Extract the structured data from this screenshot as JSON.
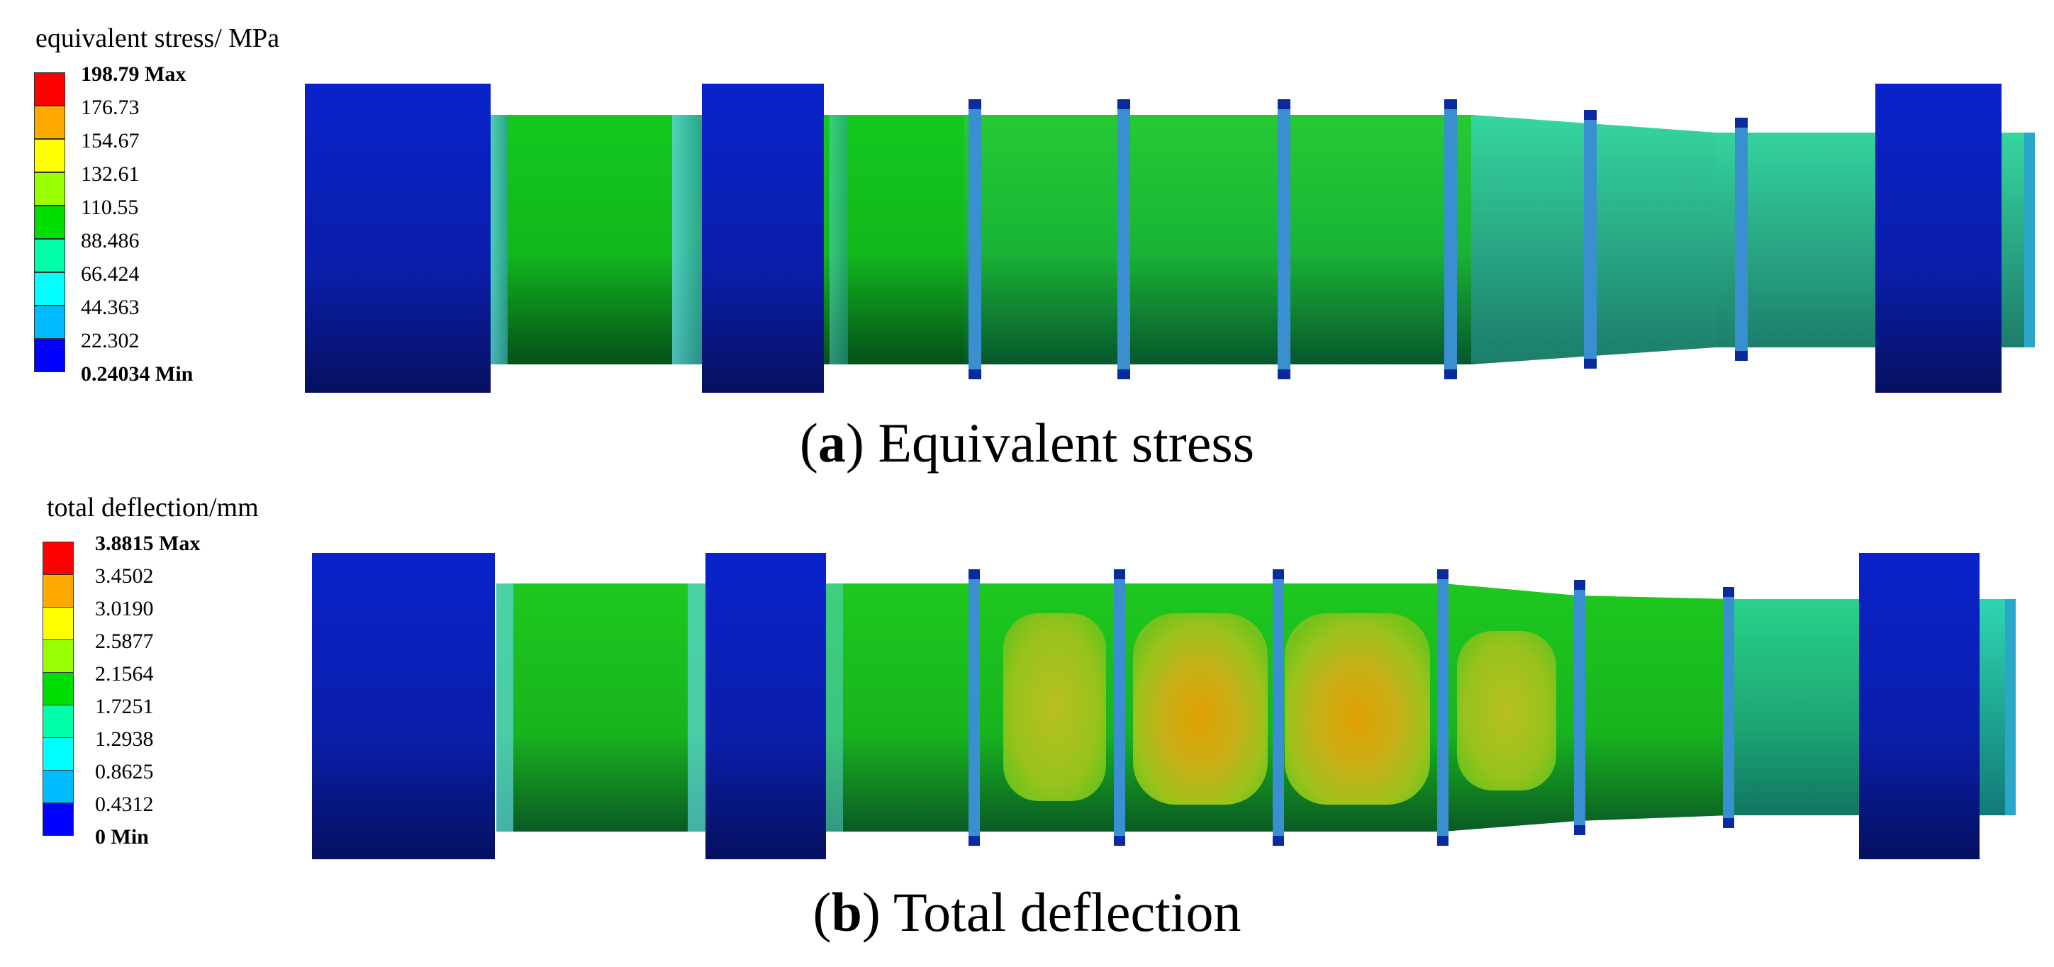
{
  "panels": [
    {
      "id": "a",
      "legend_title": "equivalent stress/ MPa",
      "legend": [
        {
          "label": "198.79 Max",
          "color": "#ff0000",
          "bold": true
        },
        {
          "label": "176.73",
          "color": "#ffaa00"
        },
        {
          "label": "154.67",
          "color": "#ffff00"
        },
        {
          "label": "132.61",
          "color": "#99ff00"
        },
        {
          "label": "110.55",
          "color": "#00dd00"
        },
        {
          "label": "88.486",
          "color": "#00ffaa"
        },
        {
          "label": "66.424",
          "color": "#00ffff"
        },
        {
          "label": "44.363",
          "color": "#00bbff"
        },
        {
          "label": "22.302",
          "color": "#0000ff"
        },
        {
          "label": "0.24034 Min",
          "color": null,
          "bold": true
        }
      ],
      "caption_letter": "a",
      "caption_text": " Equivalent stress"
    },
    {
      "id": "b",
      "legend_title": "total deflection/mm",
      "legend": [
        {
          "label": "3.8815 Max",
          "color": "#ff0000",
          "bold": true
        },
        {
          "label": "3.4502",
          "color": "#ffaa00"
        },
        {
          "label": "3.0190",
          "color": "#ffff00"
        },
        {
          "label": "2.5877",
          "color": "#99ff00"
        },
        {
          "label": "2.1564",
          "color": "#00dd00"
        },
        {
          "label": "1.7251",
          "color": "#00ffaa"
        },
        {
          "label": "1.2938",
          "color": "#00ffff"
        },
        {
          "label": "0.8625",
          "color": "#00bbff"
        },
        {
          "label": "0.4312",
          "color": "#0000ff"
        },
        {
          "label": "0 Min",
          "color": null,
          "bold": true
        }
      ],
      "caption_letter": "b",
      "caption_text": " Total deflection"
    }
  ]
}
